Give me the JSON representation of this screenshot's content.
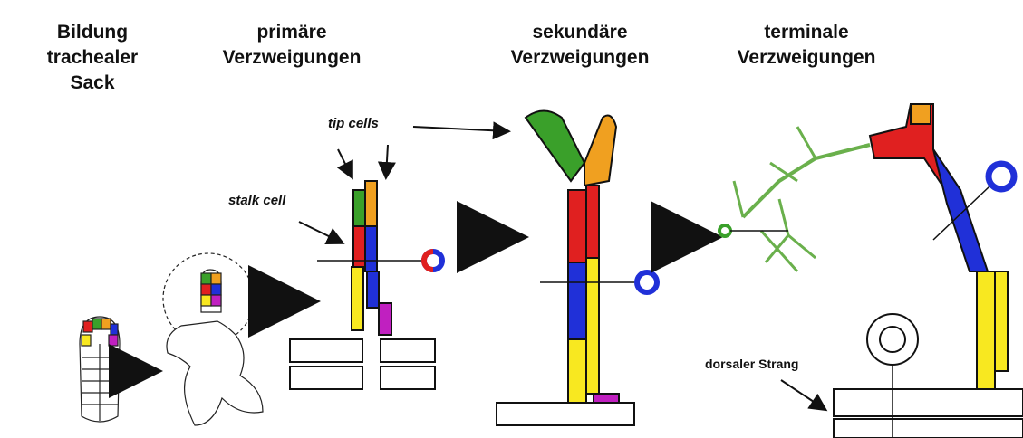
{
  "stages": [
    {
      "title": "Bildung\ntrachealer\nSack"
    },
    {
      "title": "primäre\nVerzweigungen"
    },
    {
      "title": "sekundäre\nVerzweigungen"
    },
    {
      "title": "terminale\nVerzweigungen"
    }
  ],
  "annotations": {
    "tip_cells": "tip cells",
    "stalk_cell": "stalk cell",
    "dorsal_trunk": "dorsaler Strang"
  },
  "colors": {
    "green": "#3aa02a",
    "orange": "#f0a020",
    "red": "#e02020",
    "blue": "#2030d8",
    "yellow": "#f8e820",
    "magenta": "#c020c0",
    "terminal_green": "#6ab04c"
  }
}
